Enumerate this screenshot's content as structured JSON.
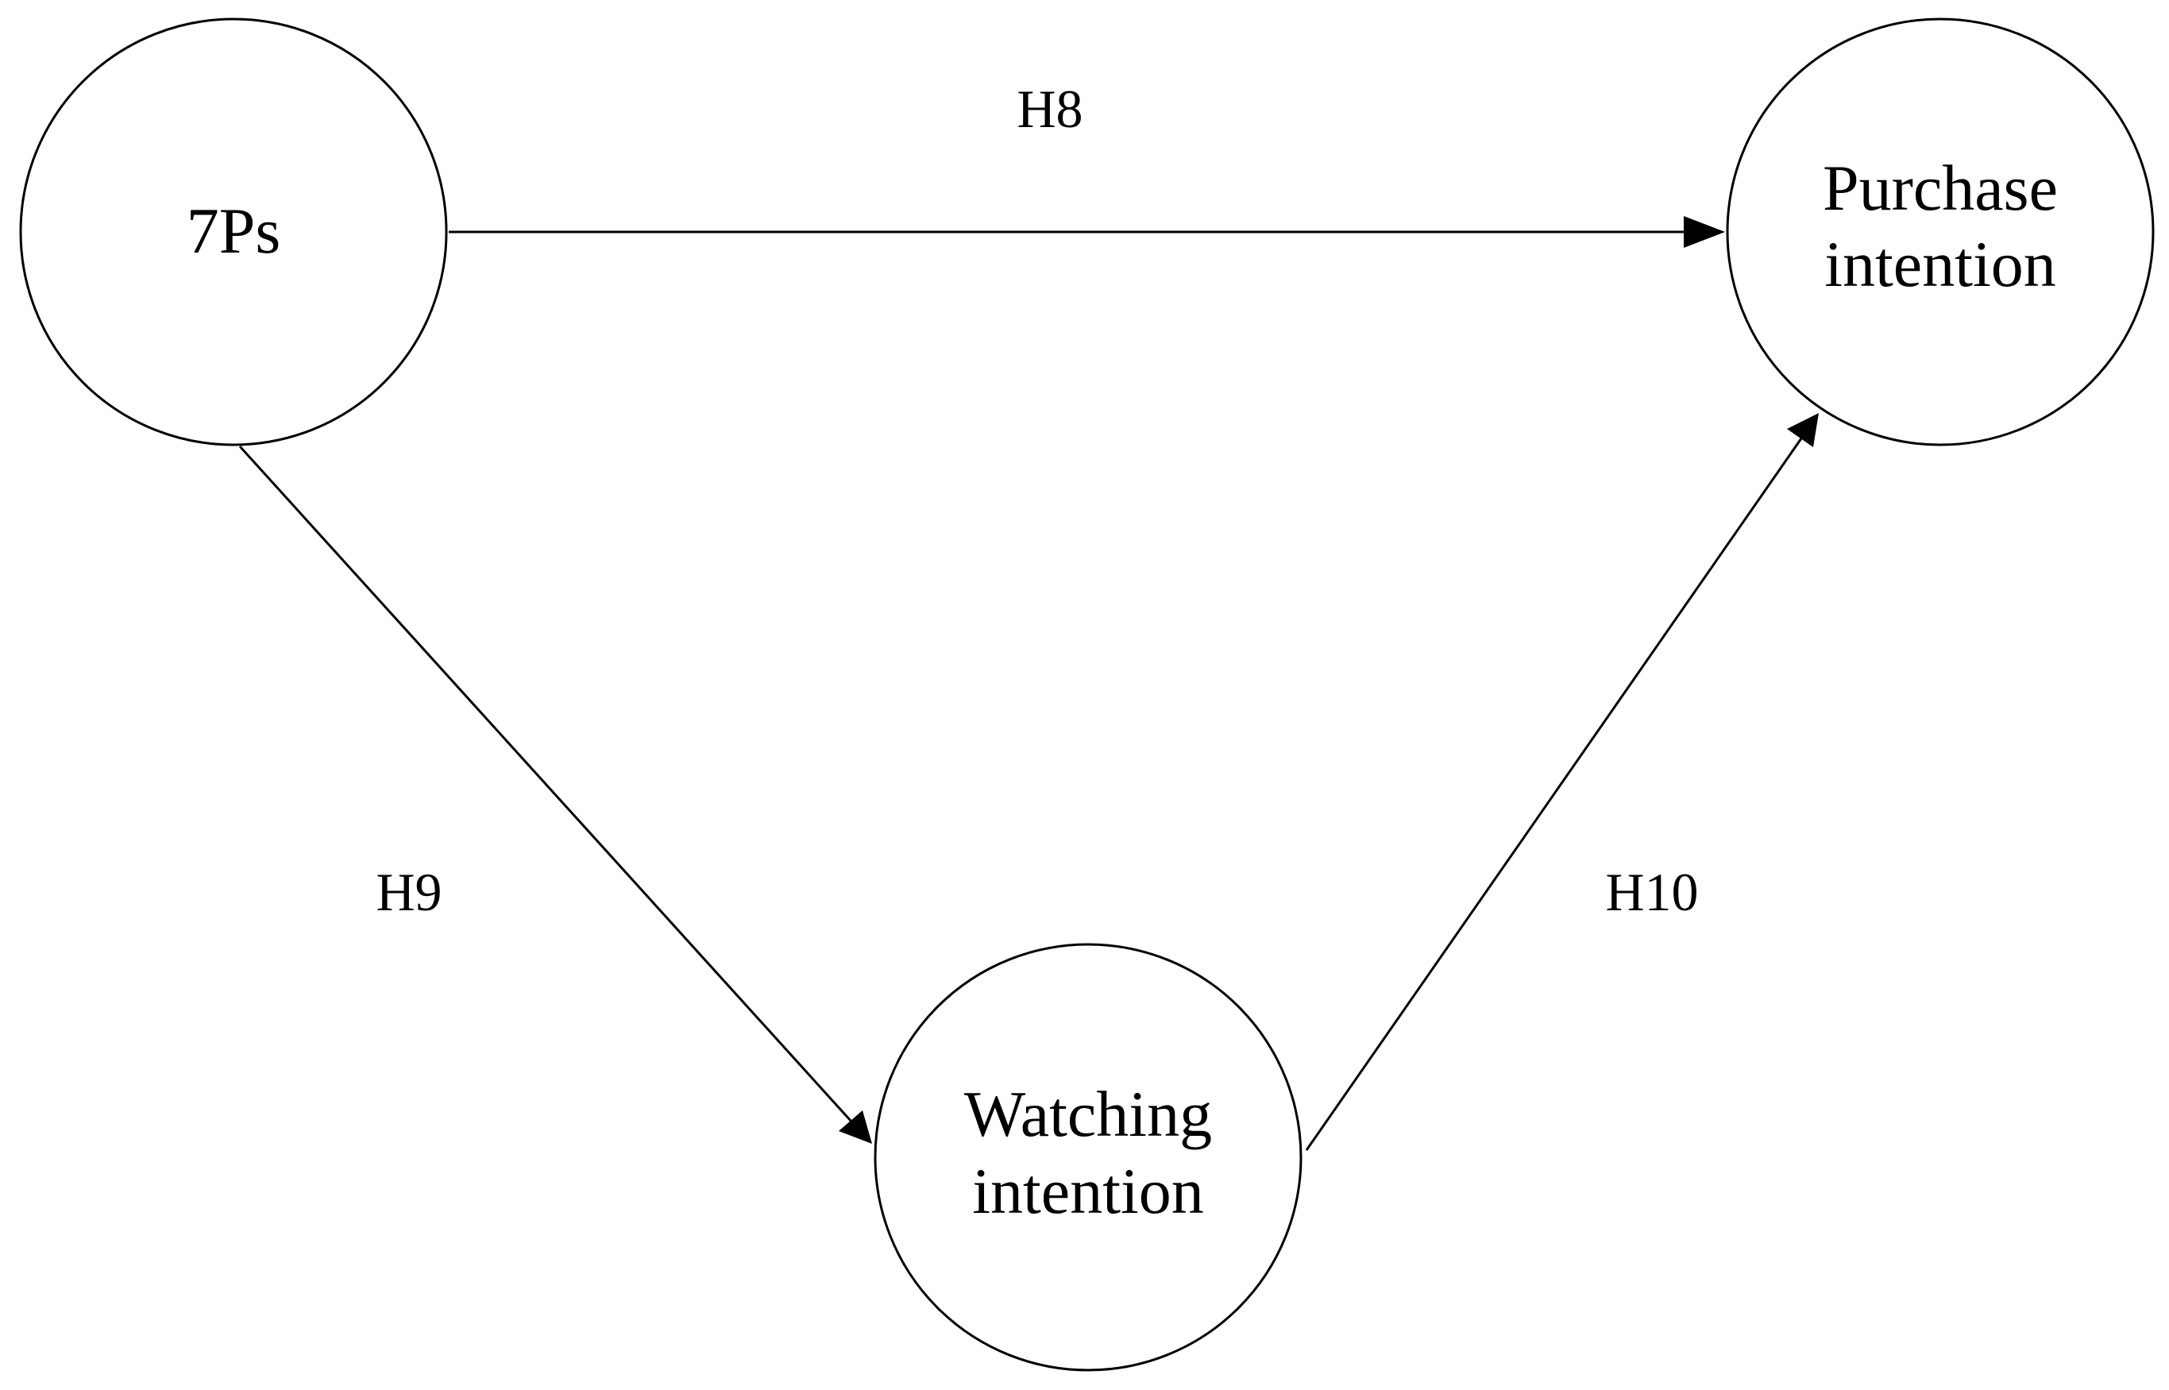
{
  "nodes": {
    "sevenps": {
      "lines": [
        "7Ps"
      ]
    },
    "purchase": {
      "lines": [
        "Purchase",
        "intention"
      ]
    },
    "watching": {
      "lines": [
        "Watching",
        "intention"
      ]
    }
  },
  "edges": {
    "h8": {
      "label": "H8",
      "from": "7Ps",
      "to": "Purchase intention"
    },
    "h9": {
      "label": "H9",
      "from": "7Ps",
      "to": "Watching intention"
    },
    "h10": {
      "label": "H10",
      "from": "Watching intention",
      "to": "Purchase intention"
    }
  },
  "colors": {
    "stroke": "#000000",
    "background": "#ffffff"
  }
}
